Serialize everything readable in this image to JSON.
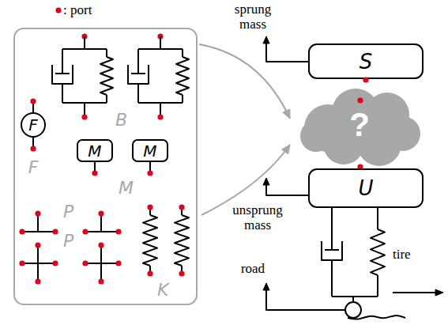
{
  "diagram": {
    "nodes": [
      {
        "text": [
          "F"
        ]
      },
      {
        "text": [
          "M"
        ]
      },
      {
        "text": [
          "M"
        ]
      },
      {
        "text": [
          "S"
        ]
      },
      {
        "text": [
          "?"
        ]
      },
      {
        "text": [
          "U"
        ]
      }
    ],
    "labels": [
      ": port",
      "sprung mass",
      "B",
      "F",
      "M",
      "P",
      "P",
      "K",
      "unsprung mass",
      "tire",
      "road"
    ]
  }
}
